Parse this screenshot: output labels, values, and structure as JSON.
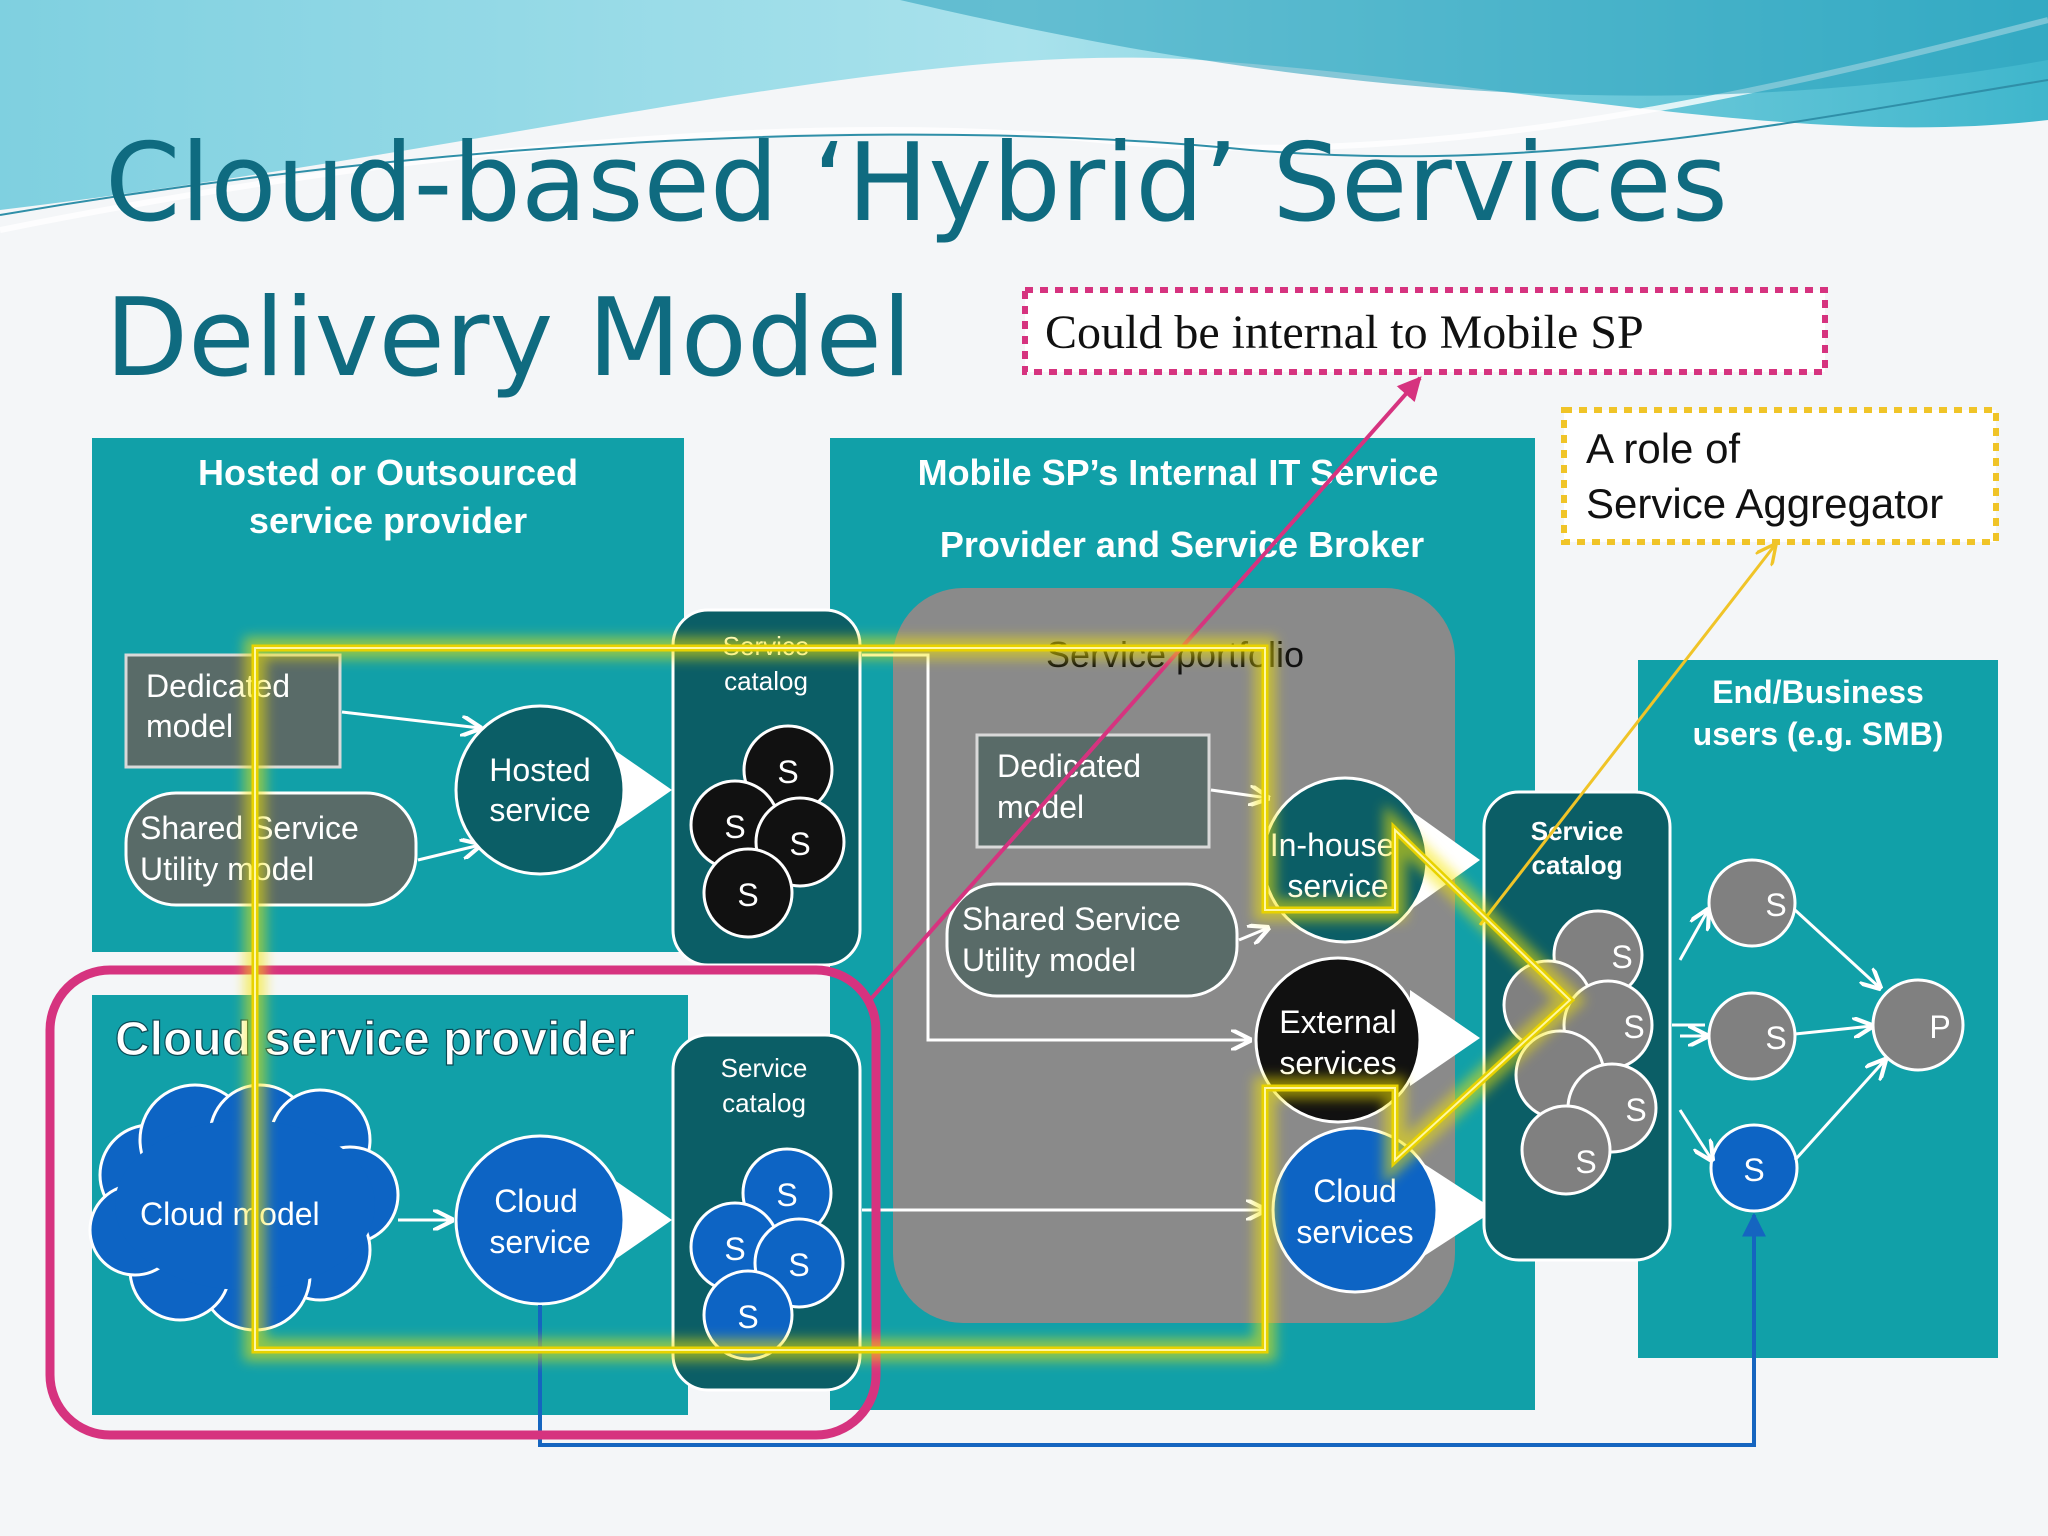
{
  "slide": {
    "title_line1": "Cloud-based ‘Hybrid’ Services",
    "title_line2": "Delivery Model"
  },
  "callouts": {
    "internal": "Could be internal to Mobile SP",
    "aggregator_line1": "A role of",
    "aggregator_line2": "Service Aggregator"
  },
  "hosted_provider": {
    "title_line1": "Hosted or Outsourced",
    "title_line2": "service provider",
    "dedicated_line1": "Dedicated",
    "dedicated_line2": "model",
    "shared_line1": "Shared Service",
    "shared_line2": "Utility model",
    "hosted_service_line1": "Hosted",
    "hosted_service_line2": "service",
    "catalog_line1": "Service",
    "catalog_line2": "catalog",
    "s_label": "S"
  },
  "cloud_provider": {
    "title": "Cloud service provider",
    "cloud_model": "Cloud model",
    "cloud_service_line1": "Cloud",
    "cloud_service_line2": "service",
    "catalog_line1": "Service",
    "catalog_line2": "catalog",
    "s_label": "S"
  },
  "mobile_sp": {
    "title_line1": "Mobile SP’s Internal IT Service",
    "title_line2": "Provider and Service Broker",
    "portfolio": "Service portfolio",
    "dedicated_line1": "Dedicated",
    "dedicated_line2": "model",
    "shared_line1": "Shared Service",
    "shared_line2": "Utility model",
    "inhouse_line1": "In-house",
    "inhouse_line2": "service",
    "external_line1": "External",
    "external_line2": "services",
    "cloud_line1": "Cloud",
    "cloud_line2": "services",
    "catalog_line1": "Service",
    "catalog_line2": "catalog",
    "s_label": "S"
  },
  "end_users": {
    "title_line1": "End/Business",
    "title_line2": "users (e.g. SMB)",
    "s_label": "S",
    "p_label": "P"
  },
  "colors": {
    "title": "#0f6b80",
    "teal_panel": "#11a0a8",
    "dark_teal": "#0b5e66",
    "grey_box": "#596b68",
    "portfolio": "#8a8a8a",
    "blue": "#0d64c4",
    "black_circle": "#111111",
    "grey_circle": "#808080",
    "magenta": "#d6337f",
    "yellow": "#f0c428",
    "highlight": "#f4e000"
  }
}
